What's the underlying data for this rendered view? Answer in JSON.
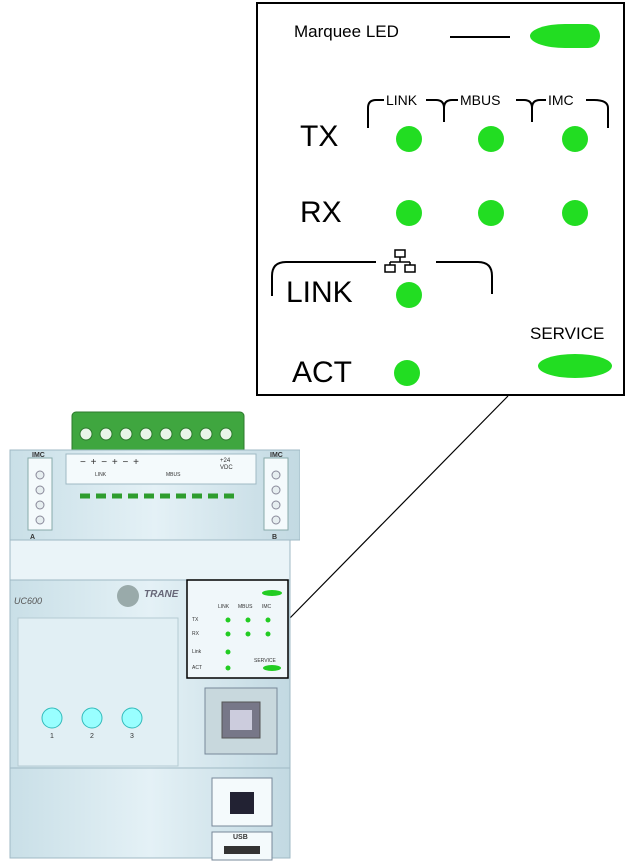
{
  "callout": {
    "marquee_label": "Marquee LED",
    "row_labels": [
      "TX",
      "RX",
      "LINK",
      "ACT"
    ],
    "column_headers": [
      "LINK",
      "MBUS",
      "IMC"
    ],
    "service_label": "SERVICE",
    "network_icon": "network-icon"
  },
  "device": {
    "model": "UC600",
    "brand": "TRANE",
    "usb_label": "USB",
    "terminal_labels": {
      "imc_left": "IMC",
      "imc_right": "IMC",
      "a": "A",
      "b": "B",
      "link": "LINK",
      "mbus": "MBUS",
      "vdc": "+24 VDC",
      "signs": "− +  − +  − +"
    },
    "panel": {
      "columns": [
        "LINK",
        "MBUS",
        "IMC"
      ],
      "rows": [
        "TX",
        "RX",
        "Link",
        "ACT"
      ],
      "service": "SERVICE"
    },
    "rotary_labels": [
      "1",
      "2",
      "3"
    ]
  },
  "colors": {
    "led_green": "#22dd22",
    "device_body": "#dceef4",
    "terminal_green": "#3fa63f"
  }
}
